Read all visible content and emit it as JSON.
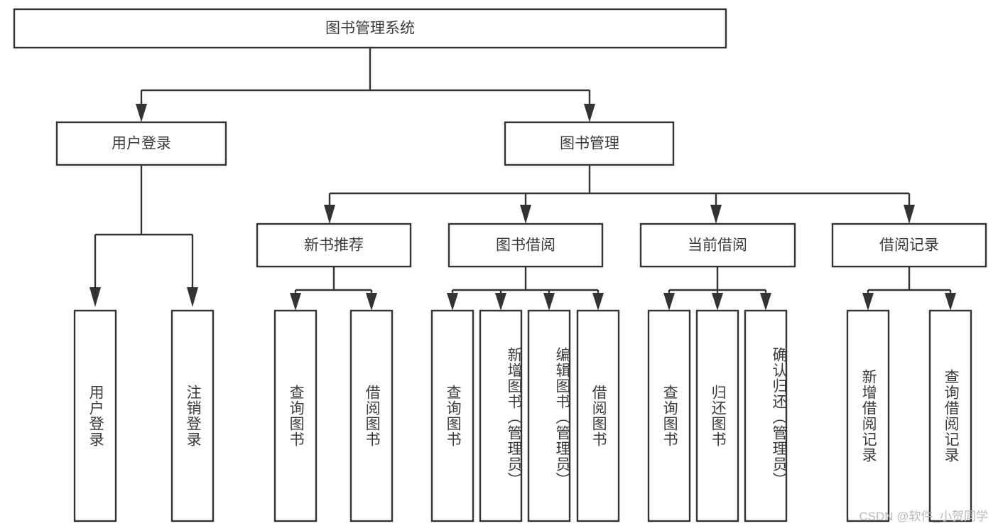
{
  "diagram": {
    "type": "tree-hierarchy-chart",
    "title": "图书管理系统",
    "stroke_color": "#333333",
    "text_color": "#3a3a3a",
    "background_color": "#ffffff",
    "levels": {
      "root": {
        "label": "图书管理系统"
      },
      "level2": [
        {
          "id": "user-login",
          "label": "用户登录"
        },
        {
          "id": "book-management",
          "label": "图书管理"
        }
      ],
      "level3": [
        {
          "id": "new-book-recommend",
          "label": "新书推荐",
          "parent": "book-management"
        },
        {
          "id": "book-borrow",
          "label": "图书借阅",
          "parent": "book-management"
        },
        {
          "id": "current-borrow",
          "label": "当前借阅",
          "parent": "book-management"
        },
        {
          "id": "borrow-record",
          "label": "借阅记录",
          "parent": "book-management"
        }
      ],
      "leaves": [
        {
          "id": "leaf-user-login",
          "label": "用户登录",
          "parent": "user-login"
        },
        {
          "id": "leaf-logout-login",
          "label": "注销登录",
          "parent": "user-login"
        },
        {
          "id": "leaf-query-book-1",
          "label": "查询图书",
          "parent": "new-book-recommend"
        },
        {
          "id": "leaf-borrow-book-1",
          "label": "借阅图书",
          "parent": "new-book-recommend"
        },
        {
          "id": "leaf-query-book-2",
          "label": "查询图书",
          "parent": "book-borrow"
        },
        {
          "id": "leaf-add-book",
          "label": "新增图书（管理员）",
          "parent": "book-borrow"
        },
        {
          "id": "leaf-edit-book",
          "label": "编辑图书（管理员）",
          "parent": "book-borrow"
        },
        {
          "id": "leaf-borrow-book-2",
          "label": "借阅图书",
          "parent": "book-borrow"
        },
        {
          "id": "leaf-query-book-3",
          "label": "查询图书",
          "parent": "current-borrow"
        },
        {
          "id": "leaf-return-book",
          "label": "归还图书",
          "parent": "current-borrow"
        },
        {
          "id": "leaf-confirm-return",
          "label": "确认归还（管理员）",
          "parent": "current-borrow"
        },
        {
          "id": "leaf-add-record",
          "label": "新增借阅记录",
          "parent": "borrow-record"
        },
        {
          "id": "leaf-query-record",
          "label": "查询借阅记录",
          "parent": "borrow-record"
        }
      ]
    }
  },
  "watermark": {
    "text": "CSDN @软件_小贺同学"
  }
}
